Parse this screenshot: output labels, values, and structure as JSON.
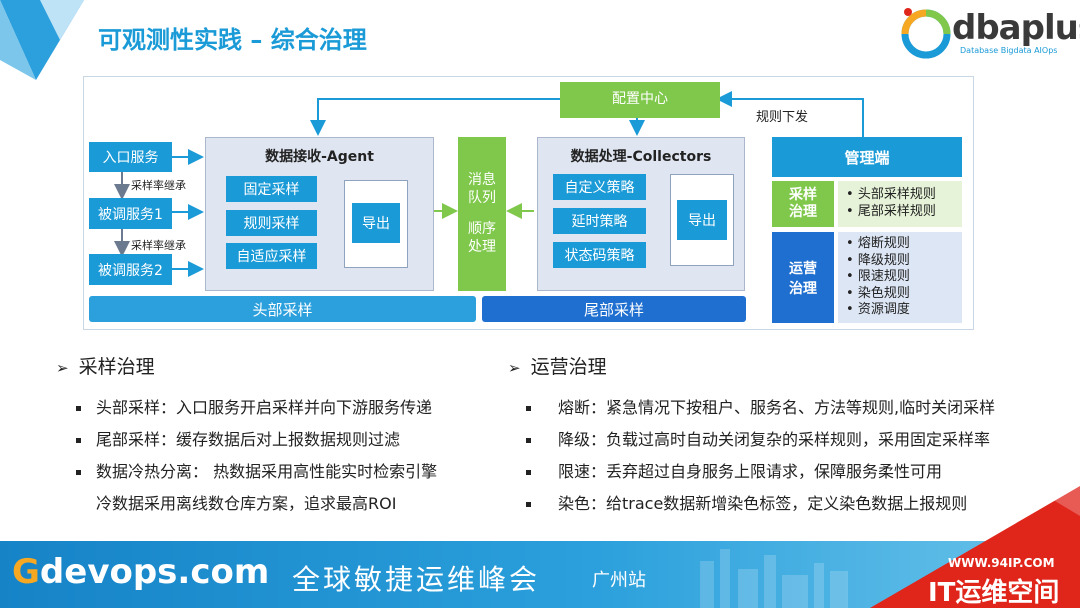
{
  "slide": {
    "title": "可观测性实践 – 综合治理"
  },
  "logo": {
    "text": "dbaplus",
    "tagline": "Database  Bigdata  AIOps"
  },
  "diagram": {
    "config_center": "配置中心",
    "rule_dispatch": "规则下发",
    "entry_service": "入口服务",
    "rate_inherit_1": "采样率继承",
    "called_service_1": "被调服务1",
    "rate_inherit_2": "采样率继承",
    "called_service_2": "被调服务2",
    "agent": {
      "title": "数据接收-Agent",
      "fixed": "固定采样",
      "rule": "规则采样",
      "adaptive": "自适应采样",
      "export": "导出"
    },
    "queue": {
      "line1": "消息",
      "line2": "队列",
      "line3": "顺序",
      "line4": "处理"
    },
    "collectors": {
      "title": "数据处理-Collectors",
      "custom": "自定义策略",
      "delay": "延时策略",
      "status": "状态码策略",
      "export": "导出"
    },
    "head_band": "头部采样",
    "tail_band": "尾部采样",
    "mgmt": {
      "title": "管理端",
      "sampling_l1": "采样",
      "sampling_l2": "治理",
      "sampling_items": [
        "头部采样规则",
        "尾部采样规则"
      ],
      "ops_l1": "运营",
      "ops_l2": "治理",
      "ops_items": [
        "熔断规则",
        "降级规则",
        "限速规则",
        "染色规则",
        "资源调度"
      ]
    }
  },
  "left_section": {
    "heading": "采样治理",
    "items": [
      "头部采样：入口服务开启采样并向下游服务传递",
      "尾部采样：缓存数据后对上报数据规则过滤",
      "数据冷热分离： 热数据采用高性能实时检索引擎",
      "冷数据采用离线数仓库方案，追求最高ROI"
    ]
  },
  "right_section": {
    "heading": "运营治理",
    "items": [
      "熔断：紧急情况下按租户、服务名、方法等规则,临时关闭采样",
      "降级：负载过高时自动关闭复杂的采样规则，采用固定采样率",
      "限速：丢弃超过自身服务上限请求，保障服务柔性可用",
      "染色：给trace数据新增染色标签，定义染色数据上报规则"
    ]
  },
  "footer": {
    "brand_g": "G",
    "brand_rest": "devops.com",
    "conference": "全球敏捷运维峰会",
    "city": "广州站"
  },
  "watermark": {
    "url": "WWW.94IP.COM",
    "name": "IT运维空间"
  },
  "colors": {
    "blue": "#1a9ad6",
    "green": "#7fc84b",
    "panel": "#dfe6f1",
    "accent_orange": "#f7a823",
    "watermark_red": "#e0251b"
  }
}
